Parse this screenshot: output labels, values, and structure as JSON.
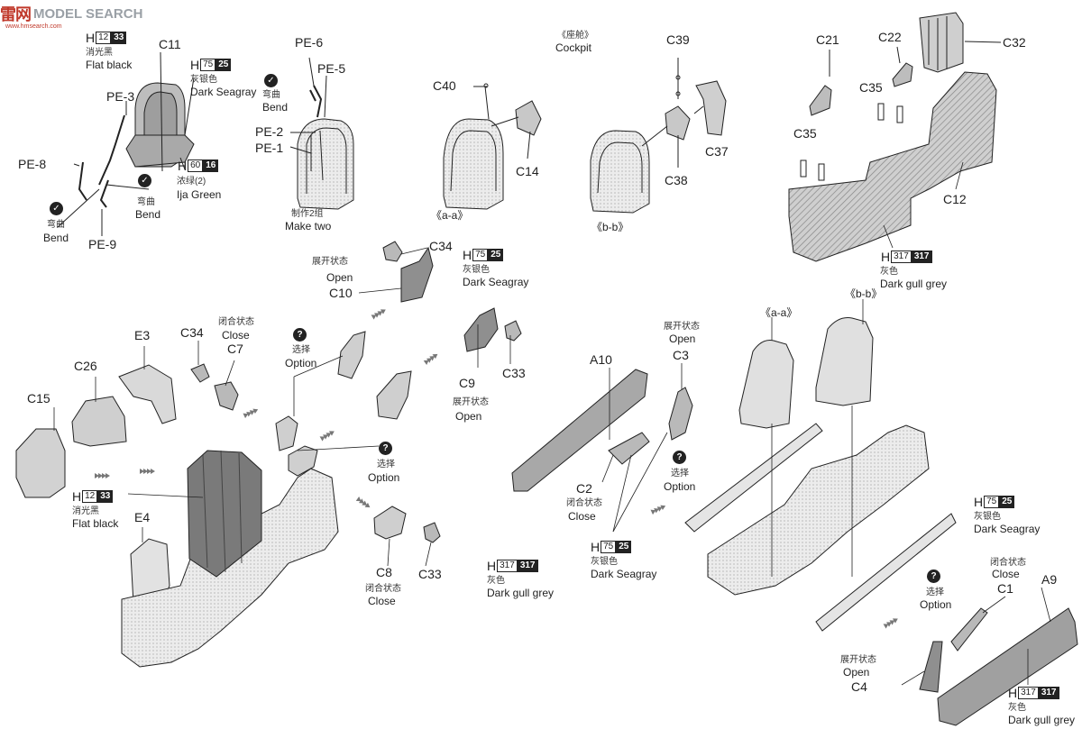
{
  "watermark": {
    "mark": "雷网",
    "word": "MODEL SEARCH",
    "url": "www.hmsearch.com"
  },
  "section_top": {
    "cn": "《座舱》",
    "en": "Cockpit"
  },
  "parts": {
    "C11": "C11",
    "PE3": "PE-3",
    "PE8": "PE-8",
    "PE9": "PE-9",
    "PE6": "PE-6",
    "PE5": "PE-5",
    "PE2": "PE-2",
    "PE1": "PE-1",
    "C40": "C40",
    "C14": "C14",
    "C39": "C39",
    "C37": "C37",
    "C38": "C38",
    "C21": "C21",
    "C22": "C22",
    "C32": "C32",
    "C35a": "C35",
    "C35b": "C35",
    "C12": "C12",
    "C34a": "C34",
    "C10": "C10",
    "C9": "C9",
    "C33a": "C33",
    "E3": "E3",
    "C34b": "C34",
    "C7": "C7",
    "C26": "C26",
    "C15": "C15",
    "E4": "E4",
    "C8": "C8",
    "C33b": "C33",
    "A10": "A10",
    "C3": "C3",
    "C2": "C2",
    "C1": "C1",
    "A9": "A9",
    "C4": "C4"
  },
  "views": {
    "aa": "《a-a》",
    "bb": "《b-b》"
  },
  "notes": {
    "bend_cn": "弯曲",
    "bend_en": "Bend",
    "make_two_cn": "制作2组",
    "make_two_en": "Make two",
    "open_cn": "展开状态",
    "open_en": "Open",
    "close_cn": "闭合状态",
    "close_en": "Close",
    "option_cn": "选择",
    "option_en": "Option",
    "bend_mark": "✓",
    "option_mark": "?"
  },
  "paints": {
    "flat_black": {
      "h": "H",
      "num": "12",
      "code": "33",
      "cn": "消光黑",
      "en": "Flat black"
    },
    "dark_seagray": {
      "h": "H",
      "num": "75",
      "code": "25",
      "cn": "灰银色",
      "en": "Dark Seagray"
    },
    "ija_green": {
      "h": "H",
      "num": "60",
      "code": "16",
      "cn": "浓绿(2)",
      "en": "Ija Green"
    },
    "dark_gull_grey": {
      "h": "H",
      "num": "317",
      "code": "317",
      "cn": "灰色",
      "en": "Dark gull grey"
    }
  },
  "colors": {
    "part_fill": "#d6d6d6",
    "part_dark": "#8a8a8a",
    "line": "#222222",
    "accent": "#c0392b"
  }
}
